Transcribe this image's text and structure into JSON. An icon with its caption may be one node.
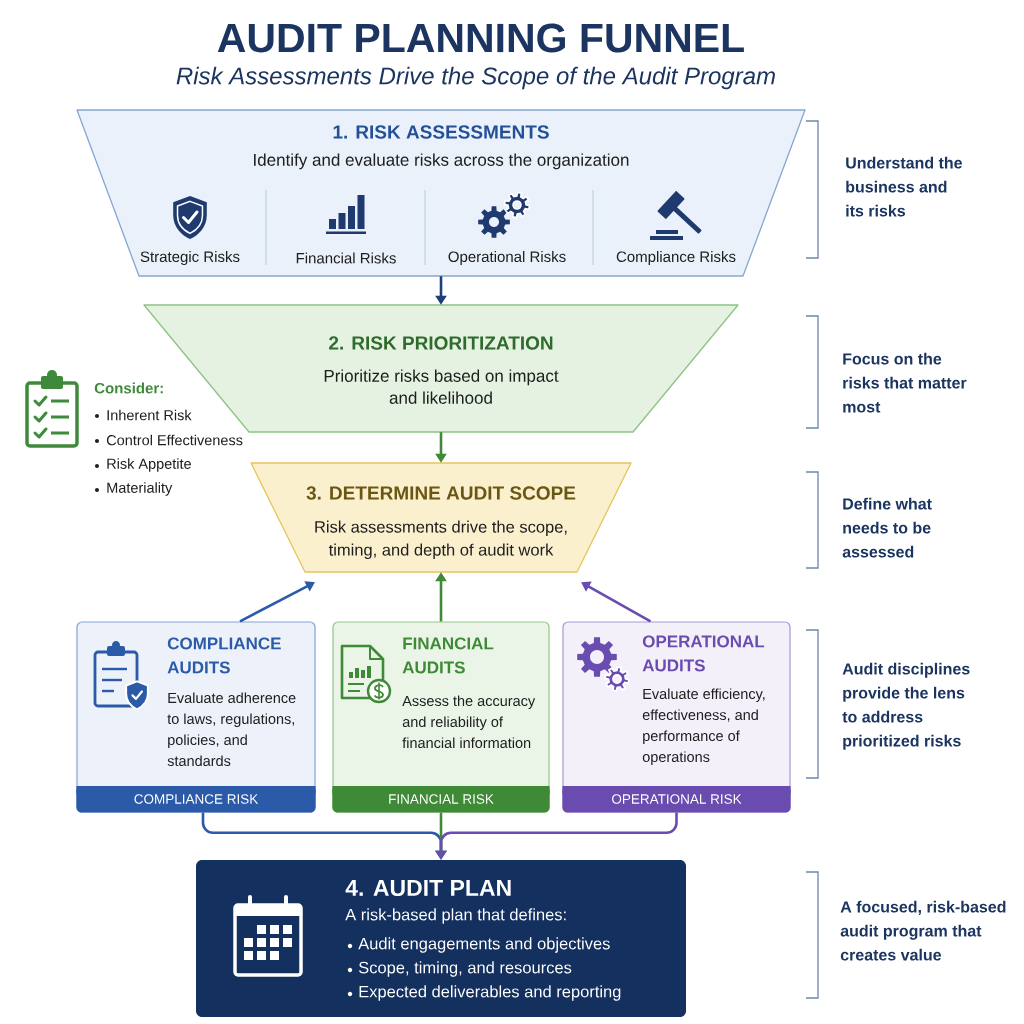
{
  "diagram": {
    "title": "AUDIT PLANNING FUNNEL",
    "nodes": [
      {
        "text": [
          "1. RISK ASSESSMENTS",
          "Identify and evaluate risks across the organization",
          "Strategic Risks",
          "Financial Risks",
          "Operational Risks",
          "Compliance Risks"
        ]
      },
      {
        "text": [
          "2. RISK PRIORITIZATION",
          "Prioritize risks based on impact and likelihood"
        ]
      },
      {
        "text": [
          "3. DETERMINE AUDIT SCOPE",
          "Risk assessments drive the scope, timing, and depth of audit work"
        ]
      },
      {
        "text": [
          "COMPLIANCE AUDITS",
          "Evaluate adherence to laws, regulations, policies, and standards",
          "COMPLIANCE RISK"
        ]
      },
      {
        "text": [
          "FINANCIAL AUDITS",
          "Assess the accuracy and reliability of financial information",
          "FINANCIAL RISK"
        ]
      },
      {
        "text": [
          "OPERATIONAL AUDITS",
          "Evaluate efficiency, effectiveness, and performance of operations",
          "OPERATIONAL RISK"
        ]
      },
      {
        "text": [
          "4. AUDIT PLAN",
          "A risk-based plan that defines:",
          "Audit engagements and objectives",
          "Scope, timing, and resources",
          "Expected deliverables and reporting"
        ]
      }
    ],
    "edges": [
      {
        "from": 0,
        "to": 1,
        "arrow": "to",
        "color": "#1f3f7a"
      },
      {
        "from": 1,
        "to": 2,
        "arrow": "to",
        "color": "#3e8a36"
      },
      {
        "from": 3,
        "to": 2,
        "arrow": "to",
        "color": "#2b5ba8"
      },
      {
        "from": 4,
        "to": 2,
        "arrow": "to",
        "color": "#3e8a36"
      },
      {
        "from": 5,
        "to": 2,
        "arrow": "to",
        "color": "#6a4cb0"
      },
      {
        "from": 3,
        "to": 6,
        "arrow": "to",
        "color": "#2b5ba8"
      },
      {
        "from": 4,
        "to": 6,
        "arrow": "to",
        "color": "#3e8a36"
      },
      {
        "from": 5,
        "to": 6,
        "arrow": "to",
        "color": "#6a4cb0"
      }
    ],
    "labels": [
      "Risk Assessments Drive the Scope of the Audit Program",
      "Understand the business and its risks",
      "Focus on the risks that matter most",
      "Consider:",
      "Inherent Risk",
      "Control Effectiveness",
      "Risk Appetite",
      "Materiality",
      "Define what needs to be assessed",
      "Audit disciplines provide the lens to address prioritized risks",
      "A focused, risk-based audit program that creates value"
    ]
  }
}
